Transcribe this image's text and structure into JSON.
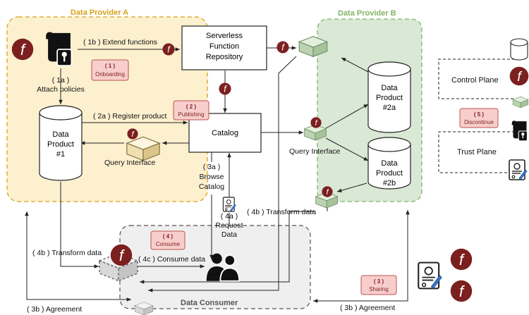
{
  "regions": {
    "provider_a": "Data Provider A",
    "provider_b": "Data Provider B",
    "consumer": "Data Consumer"
  },
  "boxes": {
    "serverless": [
      "Serverless",
      "Function",
      "Repository"
    ],
    "catalog": "Catalog",
    "control_plane": "Control Plane",
    "trust_plane": "Trust Plane"
  },
  "cylinders": {
    "dp1": [
      "Data",
      "Product",
      "#1"
    ],
    "dp2a": [
      "Data",
      "Product",
      "#2a"
    ],
    "dp2b": [
      "Data",
      "Product",
      "#2b"
    ]
  },
  "badges": {
    "onboarding": {
      "num": "( 1 )",
      "label": "Onboarding"
    },
    "publishing": {
      "num": "( 2 )",
      "label": "Publishing"
    },
    "sharing": {
      "num": "( 3 )",
      "label": "Sharing"
    },
    "consume": {
      "num": "( 4 )",
      "label": "Consume"
    },
    "discontinue": {
      "num": "( 5 )",
      "label": "Discontinue"
    }
  },
  "labels": {
    "extend_functions": "( 1b ) Extend functions",
    "attach_policies_num": "( 1a )",
    "attach_policies": "Attach policies",
    "register_product": "( 2a ) Register product",
    "query_interface_a": "Query Interface",
    "query_interface_b": "Query Interface",
    "browse_catalog": [
      "( 3a )",
      "Browse",
      "Catalog"
    ],
    "request_data": [
      "( 4a )",
      "Request",
      "Data"
    ],
    "transform_data_b": "( 4b ) Transform data",
    "transform_data_a": "( 4b ) Transform data",
    "consume_data": "( 4c ) Consume data",
    "agreement_left": "( 3b ) Agreement",
    "agreement_right": "( 3b ) Agreement"
  },
  "icons": {
    "function": "function-icon",
    "scroll": "policy-scroll-icon",
    "certificate": "certificate-icon",
    "cube": "query-interface-cube-icon",
    "users": "consumer-users-icon"
  },
  "colors": {
    "provider_a_fill": "#fdf0cf",
    "provider_a_title": "#d9a21b",
    "provider_b_fill": "#dae8d6",
    "provider_b_title": "#82b366",
    "consumer_fill": "#efefef",
    "badge_fill": "#f8cecc",
    "badge_stroke": "#b85450",
    "function_fill": "#7b1f1f"
  }
}
